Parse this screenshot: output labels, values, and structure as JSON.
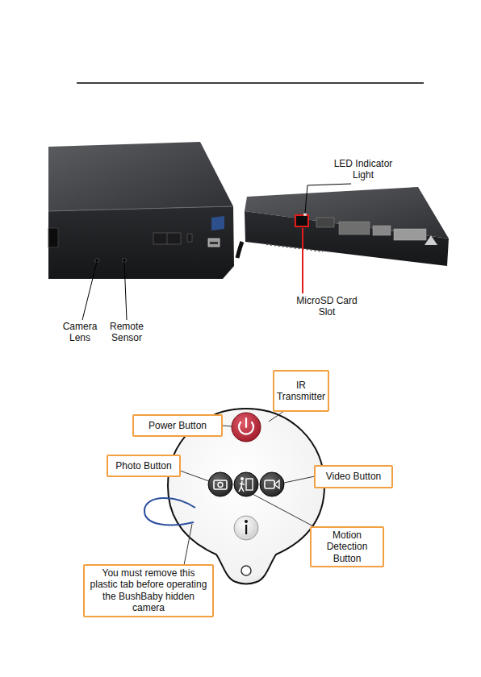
{
  "diagram": {
    "nodes": [
      {
        "text": [
          "IR Transmitter"
        ]
      },
      {
        "text": [
          "Power Button"
        ]
      },
      {
        "text": [
          "Photo Button"
        ]
      },
      {
        "text": [
          "Video Button"
        ]
      },
      {
        "text": [
          "Motion Detection Button"
        ]
      },
      {
        "text": [
          "You must remove this plastic tab before operating the BushBaby hidden camera"
        ]
      }
    ],
    "labels": [
      "Camera Lens",
      "Remote Sensor",
      "LED Indicator Light",
      "MicroSD Card Slot"
    ]
  }
}
